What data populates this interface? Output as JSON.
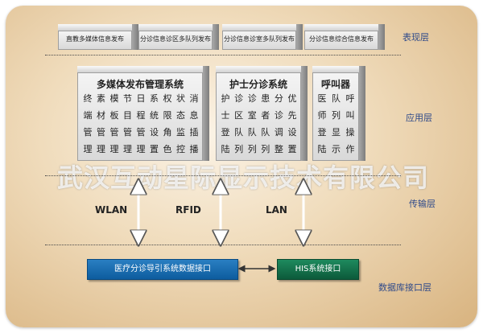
{
  "presentation_boxes": [
    {
      "label": "直教多媒体信息发布"
    },
    {
      "label": "分诊信息诊区多队列发布"
    },
    {
      "label": "分诊信息诊室多队列发布"
    },
    {
      "label": "分诊信息综合信息发布"
    }
  ],
  "layers": {
    "presentation": "表现层",
    "application": "应用层",
    "transport": "传输层",
    "database": "数据库接口层"
  },
  "multimedia": {
    "title": "多媒体发布管理系统",
    "columns": [
      [
        "终",
        "端",
        "管",
        "理"
      ],
      [
        "素",
        "材",
        "管",
        "理"
      ],
      [
        "模",
        "板",
        "管",
        "理"
      ],
      [
        "节",
        "目",
        "管",
        "理"
      ],
      [
        "日",
        "程",
        "管",
        "理"
      ],
      [
        "系",
        "统",
        "设",
        "置"
      ],
      [
        "权",
        "限",
        "角",
        "色"
      ],
      [
        "状",
        "态",
        "监",
        "控"
      ],
      [
        "消",
        "息",
        "插",
        "播"
      ]
    ]
  },
  "nurse": {
    "title": "护士分诊系统",
    "columns": [
      [
        "护",
        "士",
        "登",
        "陆"
      ],
      [
        "诊",
        "区",
        "队",
        "列"
      ],
      [
        "诊",
        "室",
        "队",
        "列"
      ],
      [
        "患",
        "者",
        "队",
        "列"
      ],
      [
        "分",
        "诊",
        "调",
        "整"
      ],
      [
        "优",
        "先",
        "设",
        "置"
      ]
    ]
  },
  "caller": {
    "title": "呼叫器",
    "columns": [
      [
        "医",
        "师",
        "登",
        "陆"
      ],
      [
        "队",
        "列",
        "显",
        "示"
      ],
      [
        "呼",
        "叫",
        "操",
        "作"
      ]
    ]
  },
  "protocols": {
    "wlan": "WLAN",
    "rfid": "RFID",
    "lan": "LAN"
  },
  "watermark": "武汉互动星际显示技术有限公司",
  "database": {
    "left": "医疗分诊导引系统数据接口",
    "right": "HIS系统接口"
  },
  "colors": {
    "blue_box": "#0d5c9e",
    "green_box": "#0c5a3a",
    "layer_label": "#2f4a8a"
  }
}
